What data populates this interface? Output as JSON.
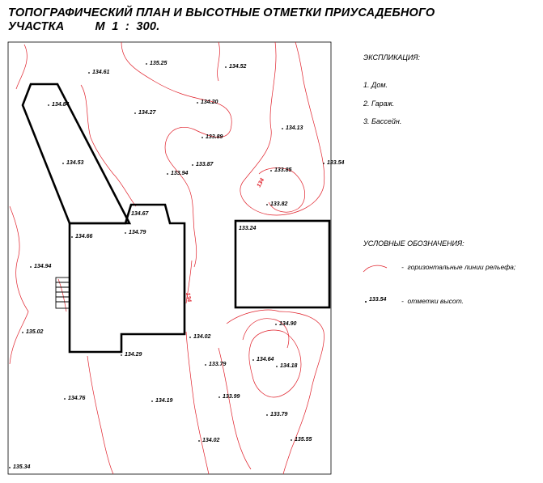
{
  "title": {
    "line1": "ТОПОГРАФИЧЕСКИЙ ПЛАН И ВЫСОТНЫЕ ОТМЕТКИ ПРИУСАДЕБНОГО",
    "line2": "УЧАСТКА         М  1  :  300."
  },
  "explication": {
    "heading": "ЭКСПЛИКАЦИЯ:",
    "items": [
      "1. Дом.",
      "2. Гараж.",
      "3. Бассейн."
    ]
  },
  "legend": {
    "heading": "УСЛОВНЫЕ ОБОЗНАЧЕНИЯ:",
    "contour_text": "-  горизонтальные линии рельефа;",
    "mark_sample": "133.54",
    "mark_text": "-  отметки высот."
  },
  "contour_labels": [
    "134",
    "134"
  ],
  "colors": {
    "contour": "#e0202a",
    "outline": "#000000"
  },
  "elevations": [
    {
      "label": "135.25"
    },
    {
      "label": "134.52"
    },
    {
      "label": "134.61"
    },
    {
      "label": "134.84"
    },
    {
      "label": "134.27"
    },
    {
      "label": "134.20"
    },
    {
      "label": "134.13"
    },
    {
      "label": "133.89"
    },
    {
      "label": "134.53"
    },
    {
      "label": "133.87"
    },
    {
      "label": "133.94"
    },
    {
      "label": "133.85"
    },
    {
      "label": "133.54"
    },
    {
      "label": "133.82"
    },
    {
      "label": "134.67"
    },
    {
      "label": "134.66"
    },
    {
      "label": "134.79"
    },
    {
      "label": "133.24"
    },
    {
      "label": "134.94"
    },
    {
      "label": "134.90"
    },
    {
      "label": "135.02"
    },
    {
      "label": "134.02"
    },
    {
      "label": "134.29"
    },
    {
      "label": "133.79"
    },
    {
      "label": "134.64"
    },
    {
      "label": "134.18"
    },
    {
      "label": "134.76"
    },
    {
      "label": "134.19"
    },
    {
      "label": "133.99"
    },
    {
      "label": "133.79"
    },
    {
      "label": "135.55"
    },
    {
      "label": "134.02"
    },
    {
      "label": "135.34"
    }
  ]
}
